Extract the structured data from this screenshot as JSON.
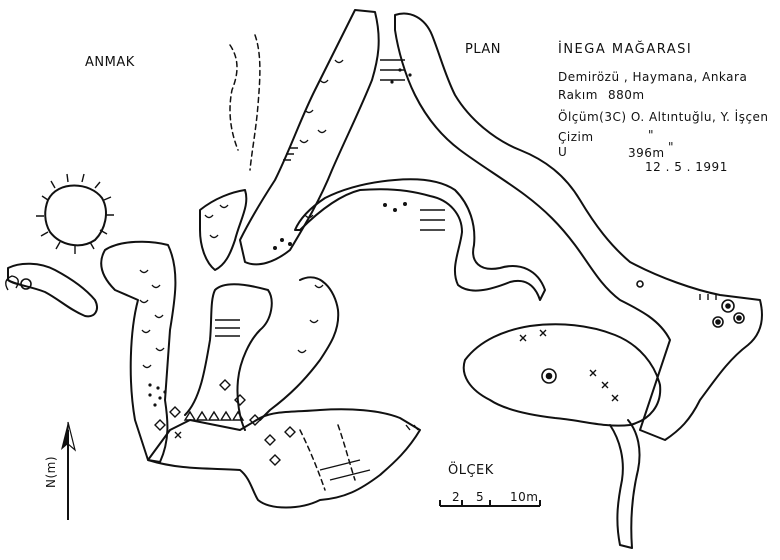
{
  "labels": {
    "anmak": "ANMAK",
    "plan": "PLAN",
    "title": "İNEGA MAĞARASI",
    "location": "Demirözü , Haymana, Ankara",
    "altitude_label": "Rakım",
    "altitude_value": "880m",
    "survey": "Ölçüm(3C) O. Altıntuğlu, Y. İşçen",
    "drawing": "Çizim",
    "drawing_ditto": "\"",
    "length_label": "U",
    "length_value": "396m",
    "length_ditto": "\"",
    "date": "12 . 5 . 1991",
    "scale_title": "ÖLÇEK",
    "scale_2": "2",
    "scale_5": "5",
    "scale_10": "10m",
    "north": "N(m)"
  },
  "icons": [
    "north-arrow-icon",
    "scale-bar-icon",
    "entrance-marker-icon"
  ],
  "colors": {
    "ink": "#111111",
    "paper": "#ffffff"
  }
}
